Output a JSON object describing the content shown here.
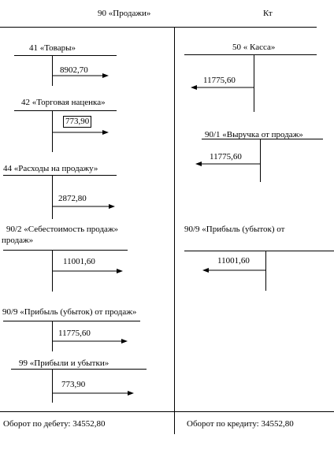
{
  "header": {
    "debit_title": "90 «Продажи»",
    "credit_title": "Кт"
  },
  "debit_entries": [
    {
      "account": "41 «Товары»",
      "amount": "8902,70"
    },
    {
      "account": "42 «Торговая наценка»",
      "amount": "773,90"
    },
    {
      "account": "44 «Расходы на продажу»",
      "amount": "2872,80"
    },
    {
      "account_line1": "90/2 «Себестоимость продаж»",
      "account_line2": "продаж»",
      "amount": "11001,60"
    },
    {
      "account": "90/9 «Прибыль (убыток) от продаж»",
      "amount": "11775,60"
    },
    {
      "account": "99 «Прибыли и убытки»",
      "amount": "773,90"
    }
  ],
  "credit_entries": [
    {
      "account": "50 « Касса»",
      "amount": "11775,60"
    },
    {
      "account": "90/1 «Выручка от продаж»",
      "amount": "11775,60"
    },
    {
      "account": "90/9 «Прибыль (убыток) от",
      "amount": "11001,60"
    }
  ],
  "totals": {
    "debit_turnover": "Оборот по дебету: 34552,80",
    "credit_turnover": "Оборот по кредиту: 34552,80"
  }
}
